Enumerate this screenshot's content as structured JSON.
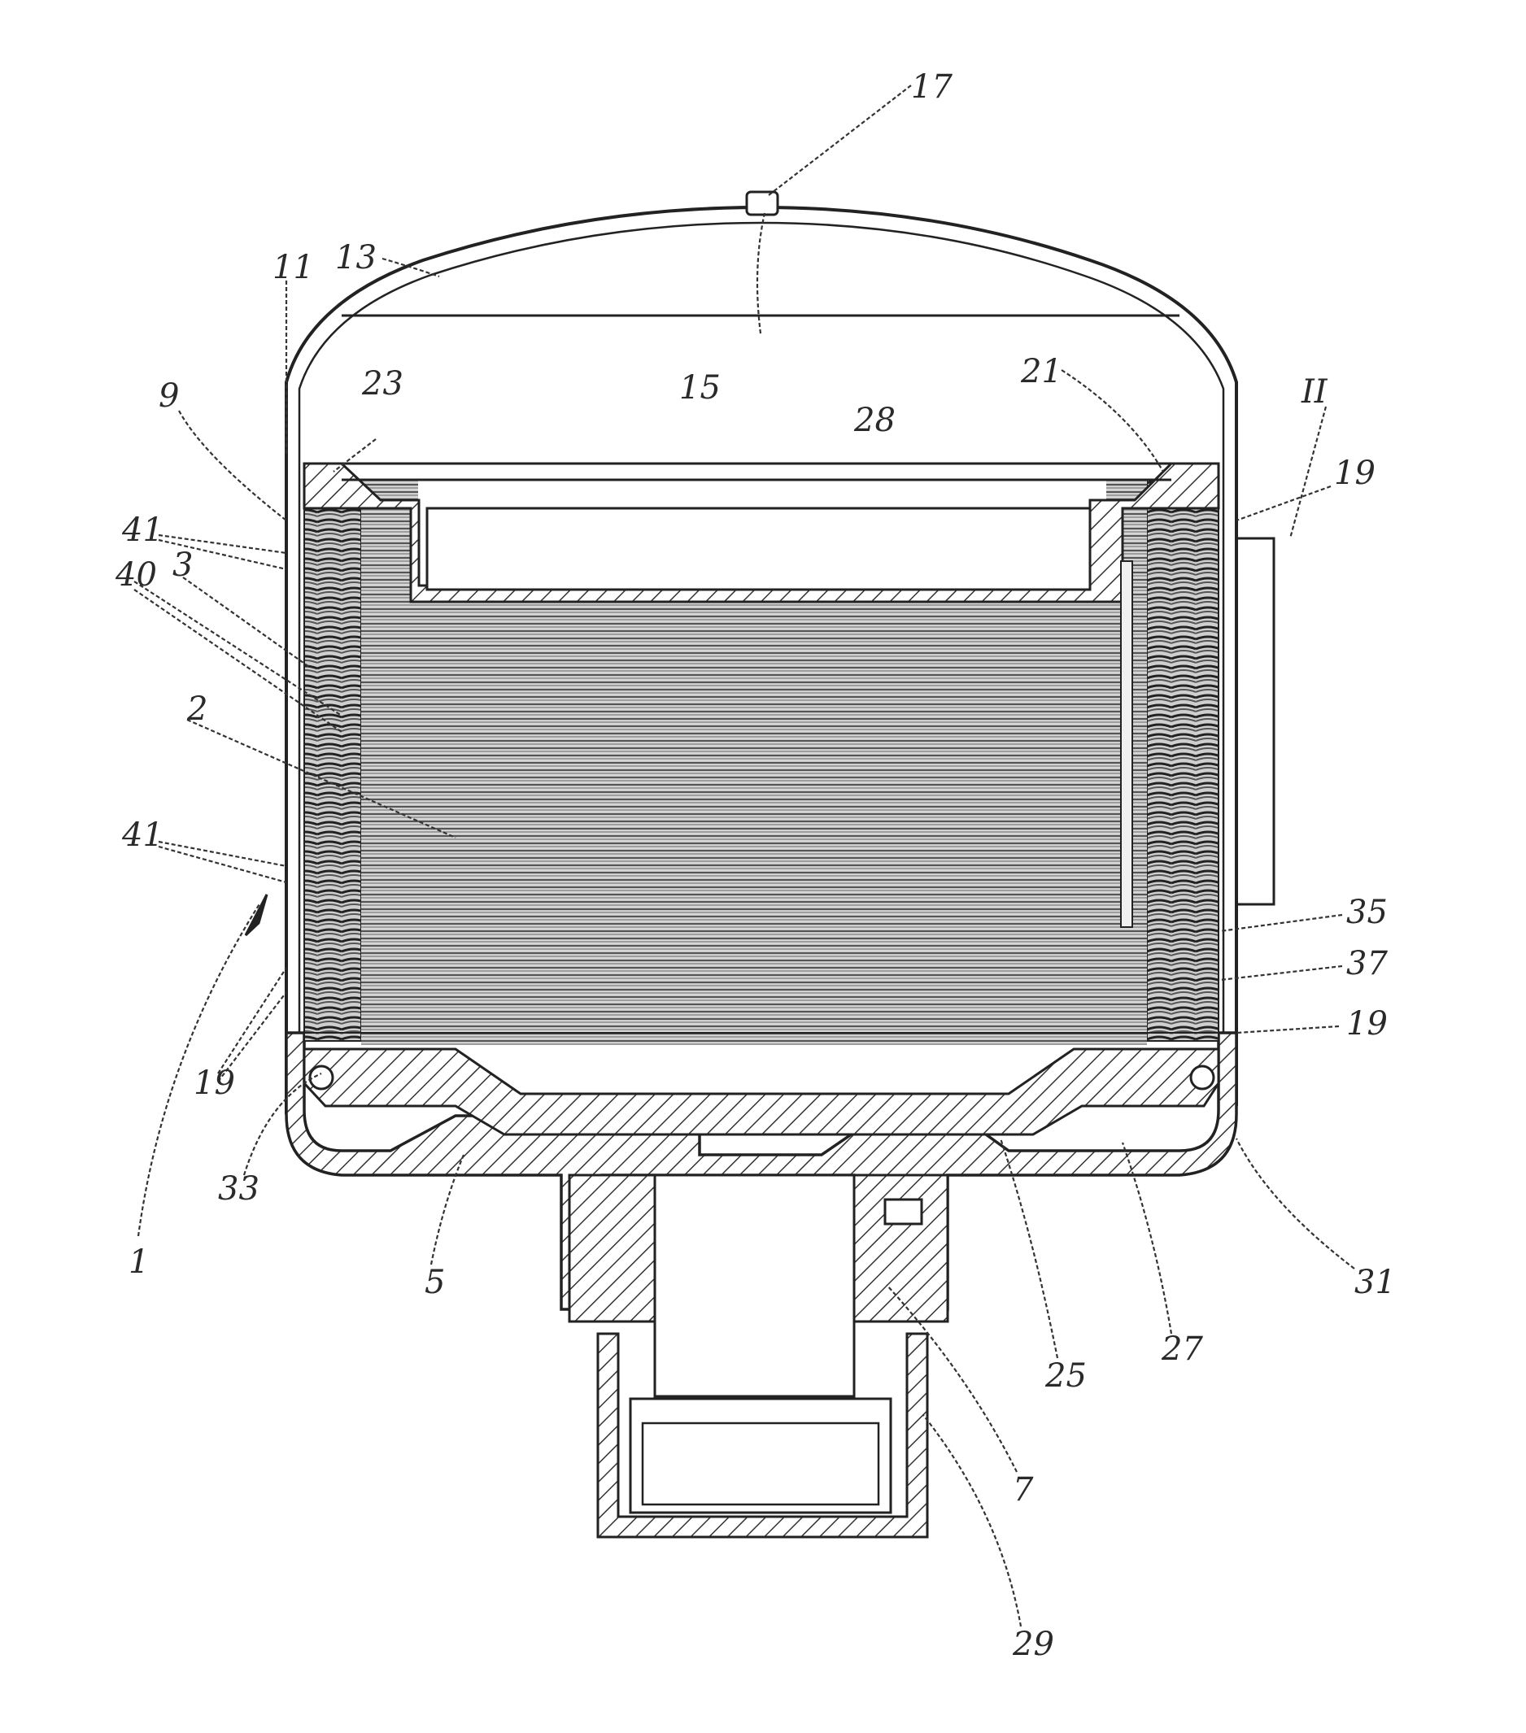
{
  "figure": {
    "labels": [
      {
        "key": "l17",
        "text": "17"
      },
      {
        "key": "l13",
        "text": "13"
      },
      {
        "key": "l11",
        "text": "11"
      },
      {
        "key": "l15",
        "text": "15"
      },
      {
        "key": "l9",
        "text": "9"
      },
      {
        "key": "l23",
        "text": "23"
      },
      {
        "key": "l21",
        "text": "21"
      },
      {
        "key": "lII",
        "text": "II"
      },
      {
        "key": "l19a",
        "text": "19"
      },
      {
        "key": "l28",
        "text": "28"
      },
      {
        "key": "l41a",
        "text": "41"
      },
      {
        "key": "l3",
        "text": "3"
      },
      {
        "key": "l40",
        "text": "40"
      },
      {
        "key": "l2",
        "text": "2"
      },
      {
        "key": "l41b",
        "text": "41"
      },
      {
        "key": "l35",
        "text": "35"
      },
      {
        "key": "l37",
        "text": "37"
      },
      {
        "key": "l19b",
        "text": "19"
      },
      {
        "key": "l19c",
        "text": "19"
      },
      {
        "key": "l33",
        "text": "33"
      },
      {
        "key": "l1",
        "text": "1"
      },
      {
        "key": "l5",
        "text": "5"
      },
      {
        "key": "l31",
        "text": "31"
      },
      {
        "key": "l27",
        "text": "27"
      },
      {
        "key": "l25",
        "text": "25"
      },
      {
        "key": "l7",
        "text": "7"
      },
      {
        "key": "l29",
        "text": "29"
      }
    ]
  }
}
